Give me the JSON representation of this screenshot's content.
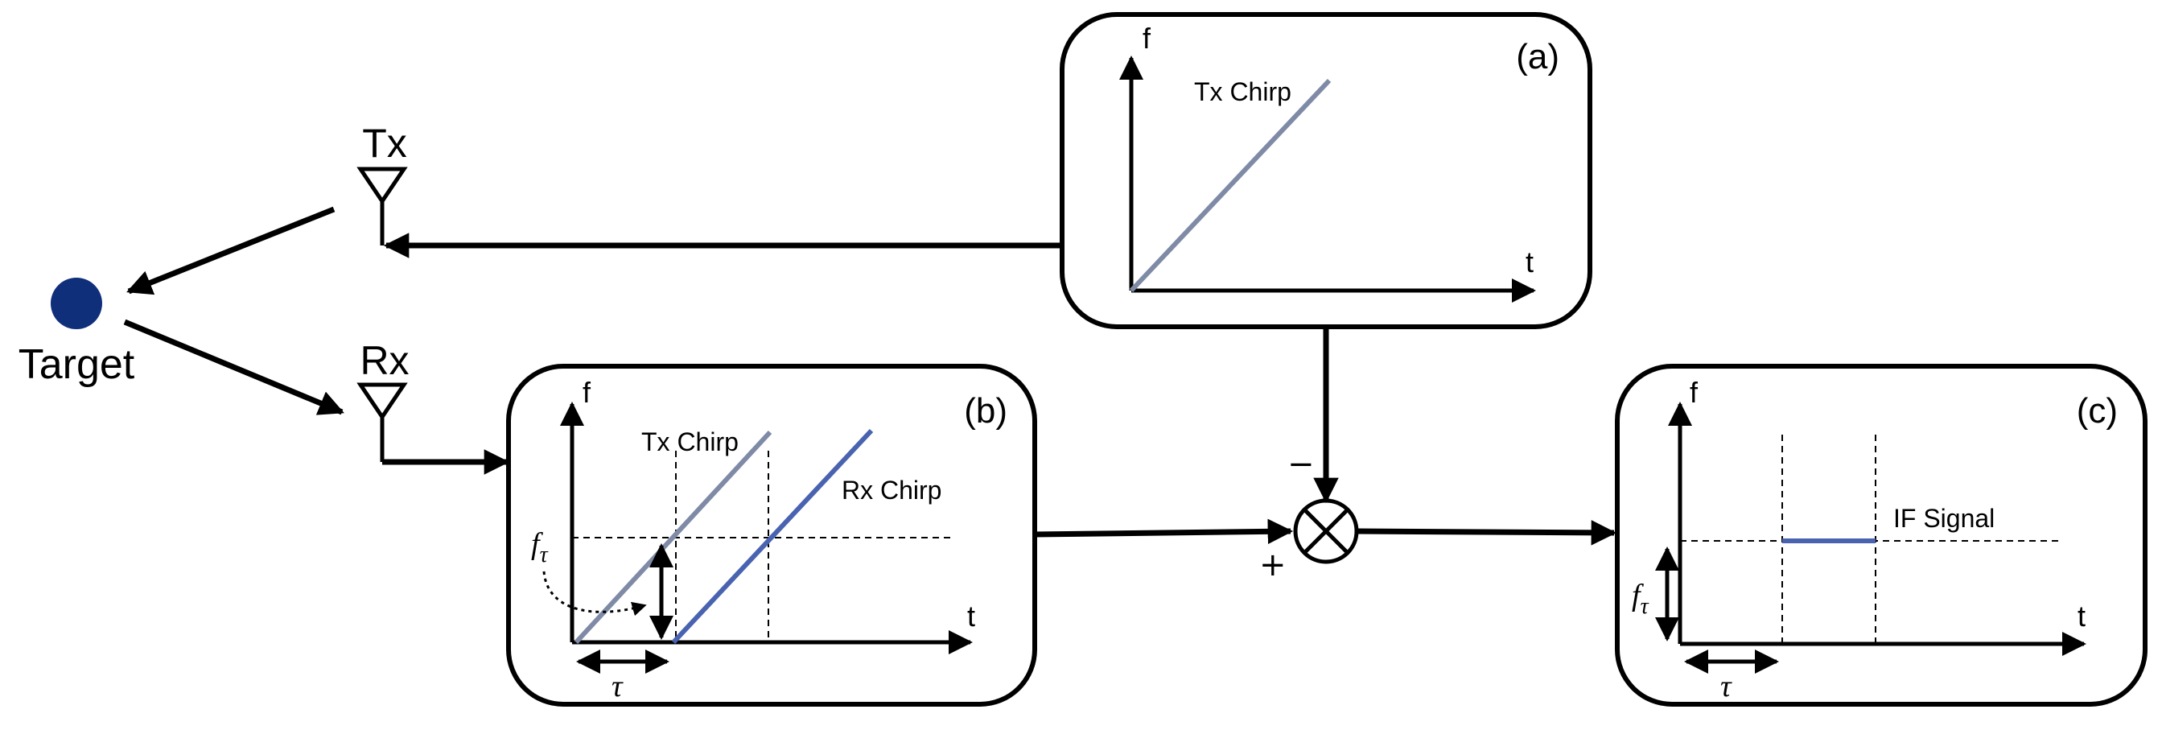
{
  "target": {
    "label": "Target",
    "color": "#0f2f7a"
  },
  "antennas": {
    "tx_label": "Tx",
    "rx_label": "Rx"
  },
  "panel_a": {
    "tag": "(a)",
    "x_axis": "t",
    "y_axis": "f",
    "curve_label": "Tx Chirp",
    "tx_color": "#7f8ba6"
  },
  "panel_b": {
    "tag": "(b)",
    "x_axis": "t",
    "y_axis": "f",
    "tx_label": "Tx Chirp",
    "rx_label": "Rx Chirp",
    "tx_color": "#7f8ba6",
    "rx_color": "#4a63b0",
    "freq_symbol": "f",
    "freq_sub": "τ",
    "delay_symbol": "τ"
  },
  "panel_c": {
    "tag": "(c)",
    "x_axis": "t",
    "y_axis": "f",
    "signal_label": "IF Signal",
    "signal_color": "#4a63b0",
    "freq_symbol": "f",
    "freq_sub": "τ",
    "delay_symbol": "τ"
  },
  "mixer": {
    "minus": "−",
    "plus": "+"
  }
}
